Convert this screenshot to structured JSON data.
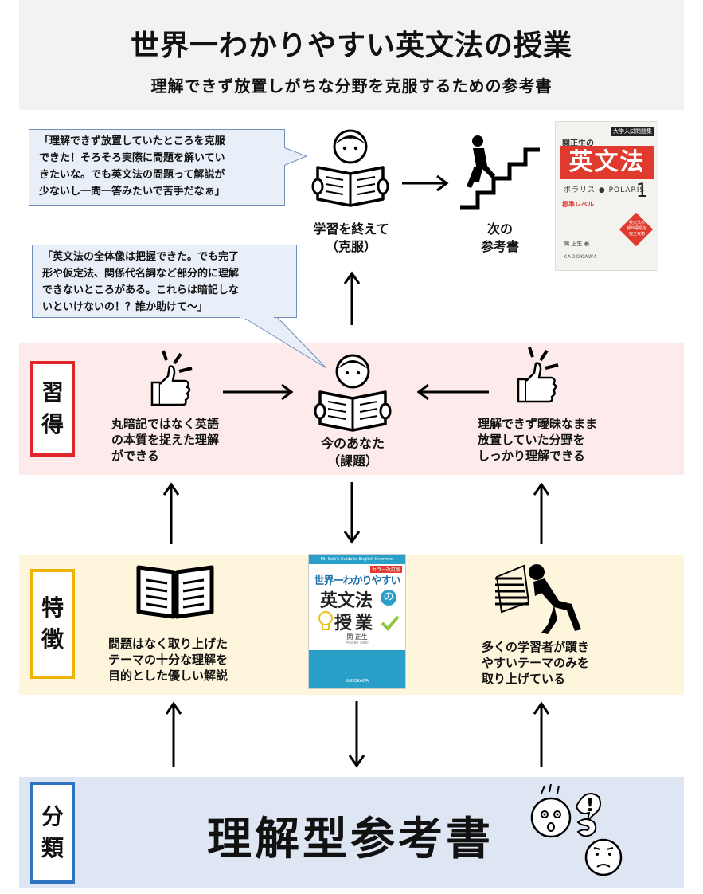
{
  "header": {
    "title": "世界一わかりやすい英文法の授業",
    "subtitle": "理解できず放置しがちな分野を克服するための参考書"
  },
  "bubbles": {
    "top": [
      "「理解できず放置していたところを克服",
      "できた！そろそろ実際に問題を解いてい",
      "きたいな。でも英文法の問題って解説が",
      "少ないし一問一答みたいで苦手だなぁ」"
    ],
    "middle": [
      "「英文法の全体像は把握できた。でも完了",
      "形や仮定法、関係代名詞など部分的に理解",
      "できないところがある。これらは暗記しな",
      "いといけないの！？誰か助けて〜」"
    ]
  },
  "top_row": {
    "goal_label": [
      "学習を終えて",
      "（克服）"
    ],
    "next_label": [
      "次の",
      "参考書"
    ],
    "next_book": {
      "badge": "大学入試問題集",
      "author_small": "関正生の",
      "title": "英文法",
      "series": "ポラリス ● POLARIS",
      "number": "1",
      "level": "標準レベル",
      "author": "関 正生 著",
      "publisher": "KADOKAWA",
      "diamond_text": [
        "英文法の",
        "頻出事項を",
        "完全攻略"
      ]
    }
  },
  "learning_row": {
    "label": [
      "習",
      "得"
    ],
    "left_text": [
      "丸暗記ではなく英語",
      "の本質を捉えた理解",
      "ができる"
    ],
    "center_text": [
      "今のあなた",
      "（課題）"
    ],
    "right_text": [
      "理解できず曖昧なまま",
      "放置していた分野を",
      "しっかり理解できる"
    ]
  },
  "feature_row": {
    "label": [
      "特",
      "徴"
    ],
    "left_text": [
      "問題はなく取り上げた",
      "テーマの十分な理解を",
      "目的とした優しい解説"
    ],
    "right_text": [
      "多くの学習者が躓き",
      "やすいテーマのみを",
      "取り上げている"
    ],
    "book": {
      "tagline": "Mr. Seki's Guide to English Grammar",
      "badge": "カラー改訂版",
      "title_top": "世界一わかりやすい",
      "title_main": "英文法",
      "title_no": "の",
      "title_sub": "授業",
      "author": "関 正生",
      "author_en": "Masao Seki",
      "publisher": "KADOKAWA"
    }
  },
  "category_row": {
    "label": [
      "分",
      "類"
    ],
    "category": "理解型参考書",
    "exclaim": "!"
  },
  "colors": {
    "header_bg": "#f2f2f2",
    "pink_band": "#fdebeb",
    "yellow_band": "#fdf5dc",
    "blue_band": "#dfe6f3",
    "label_red": "#e0262a",
    "label_yellow": "#f0b400",
    "label_blue": "#2f74c0",
    "bubble_bg": "#e9eff8",
    "book_red": "#e03a2e",
    "book_teal": "#2aa0c8"
  },
  "icons": [
    "reading-person-icon",
    "stairs-climber-icon",
    "thumbs-up-icon",
    "open-book-icon",
    "tripping-person-icon",
    "confused-faces-icon",
    "arrow-icon"
  ]
}
